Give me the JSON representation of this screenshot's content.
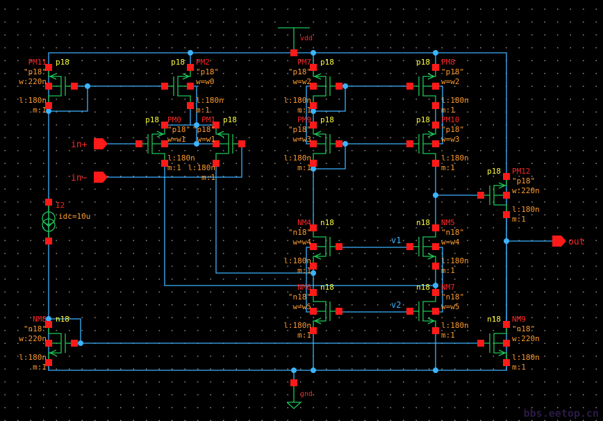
{
  "colors": {
    "wire": "#3cb4ff",
    "device": "#1ec85a",
    "pin": "#ff1a1a",
    "name": "#ff2626",
    "model": "#ffff3c",
    "param": "#ff9b2e",
    "background": "#000000"
  },
  "supplies": {
    "vdd": "vdd",
    "gnd": "gnd"
  },
  "pins": {
    "in_plus": "in+",
    "in_minus": "in−",
    "out": "out"
  },
  "nets": {
    "v1": "v1",
    "v2": "v2"
  },
  "current_source": {
    "name": "I2",
    "param": "idc=10u"
  },
  "devices": [
    {
      "kind": "pmos",
      "name": "PM11",
      "model": "p18",
      "cell": "\"p18\"",
      "w": "w:220n",
      "l": "l:180n",
      "m": "m:1"
    },
    {
      "kind": "pmos",
      "name": "PM2",
      "model": "p18",
      "cell": "\"p18\"",
      "w": "w=w0",
      "l": "l:180n",
      "m": "m:1"
    },
    {
      "kind": "pmos",
      "name": "PM0",
      "model": "p18",
      "cell": "\"p18\"",
      "w": "w=w1",
      "l": "l:180n",
      "m": "m:1"
    },
    {
      "kind": "pmos",
      "name": "PM1",
      "model": "p18",
      "cell": "\"p18\"",
      "w": "w=w1",
      "l": "l:180n",
      "m": "m:1"
    },
    {
      "kind": "pmos",
      "name": "PM7",
      "model": "p18",
      "cell": "\"p18\"",
      "w": "w=w2",
      "l": "l:180n",
      "m": "m:1"
    },
    {
      "kind": "pmos",
      "name": "PM8",
      "model": "p18",
      "cell": "\"p18\"",
      "w": "w=w2",
      "l": "l:180n",
      "m": "m:1"
    },
    {
      "kind": "pmos",
      "name": "PM9",
      "model": "p18",
      "cell": "\"p18\"",
      "w": "w=w3",
      "l": "l:180n",
      "m": "m:1"
    },
    {
      "kind": "pmos",
      "name": "PM10",
      "model": "p18",
      "cell": "\"p18\"",
      "w": "w=w3",
      "l": "l:180n",
      "m": "m:1"
    },
    {
      "kind": "pmos",
      "name": "PM12",
      "model": "p18",
      "cell": "\"p18\"",
      "w": "w:220n",
      "l": "l:180n",
      "m": "m:1"
    },
    {
      "kind": "nmos",
      "name": "NM4",
      "model": "n18",
      "cell": "\"n18\"",
      "w": "w=w4",
      "l": "l:180n",
      "m": "m:1"
    },
    {
      "kind": "nmos",
      "name": "NM5",
      "model": "n18",
      "cell": "\"n18\"",
      "w": "w=w4",
      "l": "l:180n",
      "m": "m:1"
    },
    {
      "kind": "nmos",
      "name": "NM6",
      "model": "n18",
      "cell": "\"n18\"",
      "w": "w=w5",
      "l": "l:180n",
      "m": "m:1"
    },
    {
      "kind": "nmos",
      "name": "NM7",
      "model": "n18",
      "cell": "\"n18\"",
      "w": "w=w5",
      "l": "l:180n",
      "m": "m:1"
    },
    {
      "kind": "nmos",
      "name": "NM8",
      "model": "n18",
      "cell": "\"n18\"",
      "w": "w:220n",
      "l": "l:180n",
      "m": "m:1"
    },
    {
      "kind": "nmos",
      "name": "NM9",
      "model": "n18",
      "cell": "\"n18\"",
      "w": "w:220n",
      "l": "l:180n",
      "m": "m:1"
    }
  ],
  "watermark": "bbs.eetop.cn"
}
